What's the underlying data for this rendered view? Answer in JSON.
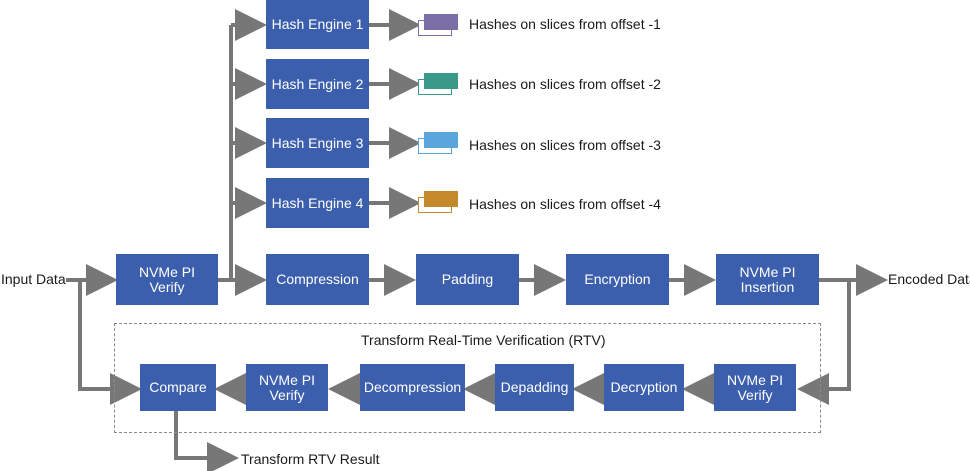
{
  "labels": {
    "input": "Input Data",
    "encoded": "Encoded Data",
    "rtv_title": "Transform Real-Time Verification (RTV)",
    "rtv_result": "Transform RTV Result"
  },
  "boxes": {
    "nvme_verify_main": "NVMe PI Verify",
    "hash1": "Hash Engine 1",
    "hash2": "Hash Engine 2",
    "hash3": "Hash Engine 3",
    "hash4": "Hash Engine 4",
    "compression": "Compression",
    "padding": "Padding",
    "encryption": "Encryption",
    "insertion": "NVMe PI\nInsertion",
    "rtv_verify_right": "NVMe PI\nVerify",
    "decryption": "Decryption",
    "depadding": "Depadding",
    "decompression": "Decompression",
    "rtv_verify_left": "NVMe PI\nVerify",
    "compare": "Compare"
  },
  "hash_outputs": [
    {
      "text": "Hashes on slices from offset -1",
      "color": "#7b6fa8"
    },
    {
      "text": "Hashes on slices from offset -2",
      "color": "#3a9a8a"
    },
    {
      "text": "Hashes on slices from offset -3",
      "color": "#5aa6dc"
    },
    {
      "text": "Hashes on slices from offset -4",
      "color": "#c4892b"
    }
  ],
  "colors": {
    "box": "#3b5fad",
    "wire": "#777777"
  }
}
